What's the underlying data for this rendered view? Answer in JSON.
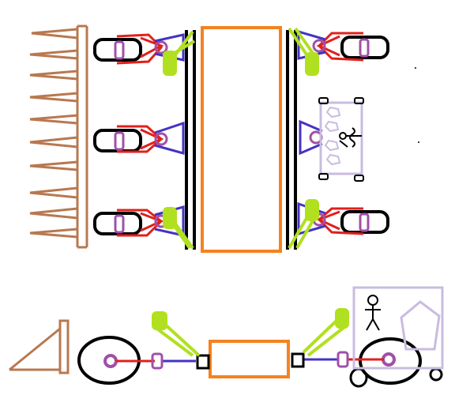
{
  "diagram": {
    "description_visible_text": "",
    "colors": {
      "background": "#ffffff",
      "outline": "#000000",
      "chassis": "#f5821f",
      "arm": "#e0201c",
      "joint": "#a050a8",
      "brace": "#4433c4",
      "spring": "#b0e020",
      "frame": "#b87850",
      "sensor": "#c8bce0"
    },
    "views": [
      {
        "name": "top-view",
        "wheel_count": 6
      },
      {
        "name": "side-view",
        "wheel_count": 2
      }
    ],
    "icons": [
      "comb-attachment",
      "wheel",
      "wedge-attachment",
      "person-icon",
      "pentagon-icon",
      "sensor-box"
    ]
  }
}
